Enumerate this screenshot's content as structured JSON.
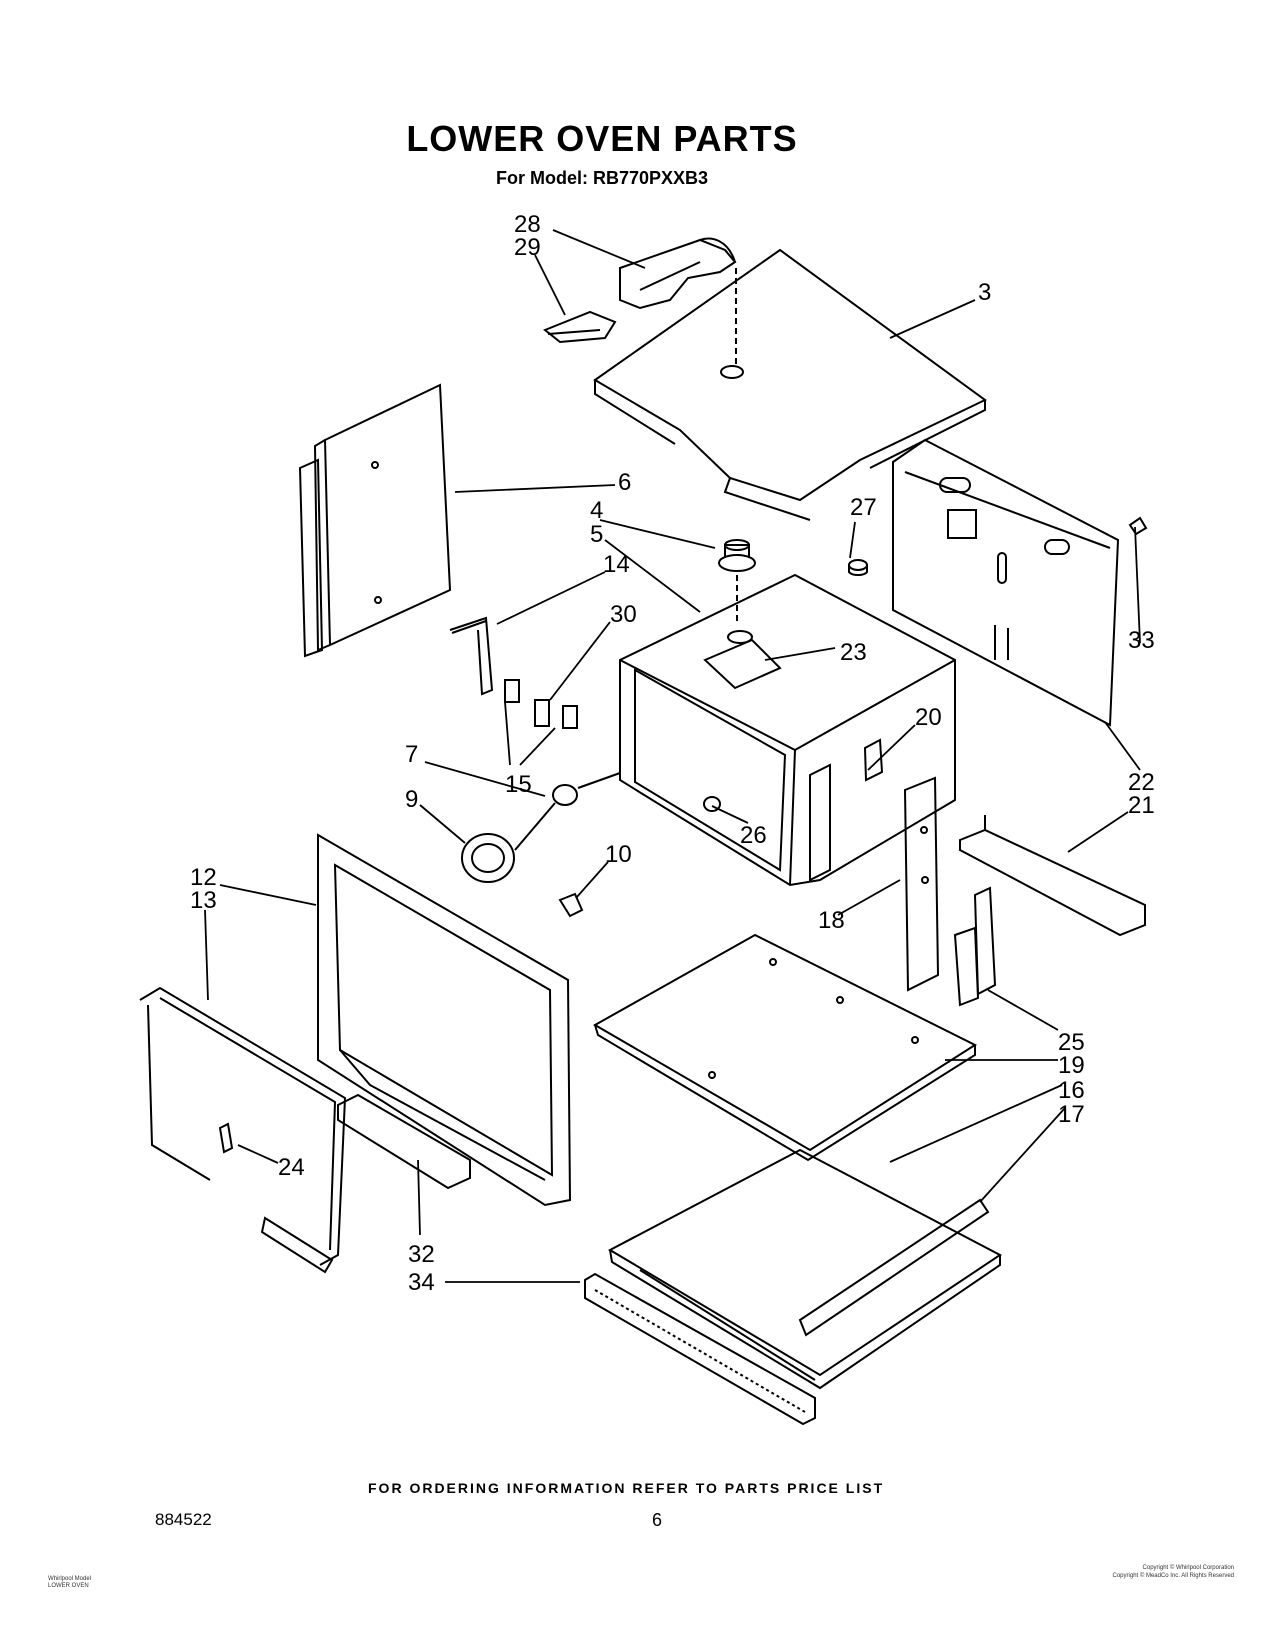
{
  "header": {
    "title": "LOWER OVEN PARTS",
    "subtitle": "For Model: RB770PXXB3"
  },
  "callouts": {
    "c28": "28",
    "c29": "29",
    "c3": "3",
    "c6": "6",
    "c4": "4",
    "c5": "5",
    "c27": "27",
    "c14": "14",
    "c30": "30",
    "c23": "23",
    "c33": "33",
    "c20": "20",
    "c22": "22",
    "c21": "21",
    "c7": "7",
    "c15": "15",
    "c9": "9",
    "c26": "26",
    "c10": "10",
    "c12": "12",
    "c13": "13",
    "c18": "18",
    "c25": "25",
    "c19": "19",
    "c16": "16",
    "c17": "17",
    "c24": "24",
    "c32": "32",
    "c34": "34"
  },
  "footer": {
    "ordering_note": "FOR ORDERING INFORMATION REFER TO PARTS PRICE LIST",
    "document_number": "884522",
    "page_number": "6"
  },
  "copyright": {
    "line1": "Copyright © Whirlpool Corporation",
    "line2": "Copyright © MeadCo Inc. All Rights Reserved"
  },
  "corner_note": {
    "line1": "Whirlpool Model",
    "line2": "LOWER OVEN"
  }
}
